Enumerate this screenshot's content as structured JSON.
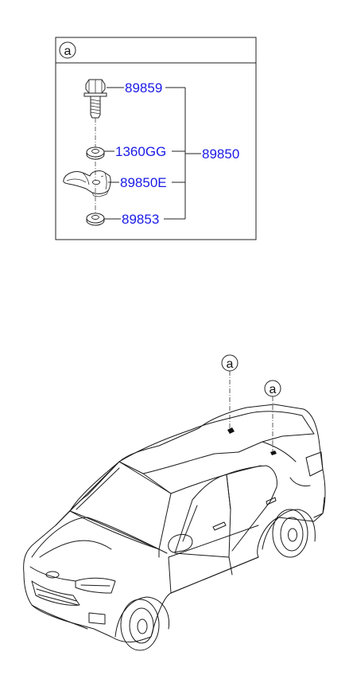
{
  "detail_box": {
    "callout": "a",
    "parts": [
      {
        "number": "89859"
      },
      {
        "number": "1360GG"
      },
      {
        "number": "89850E"
      },
      {
        "number": "89853"
      }
    ],
    "assembly_number": "89850"
  },
  "car_view": {
    "callouts": [
      "a",
      "a"
    ]
  },
  "colors": {
    "part_number": "#1a1ae6",
    "line": "#222222"
  }
}
